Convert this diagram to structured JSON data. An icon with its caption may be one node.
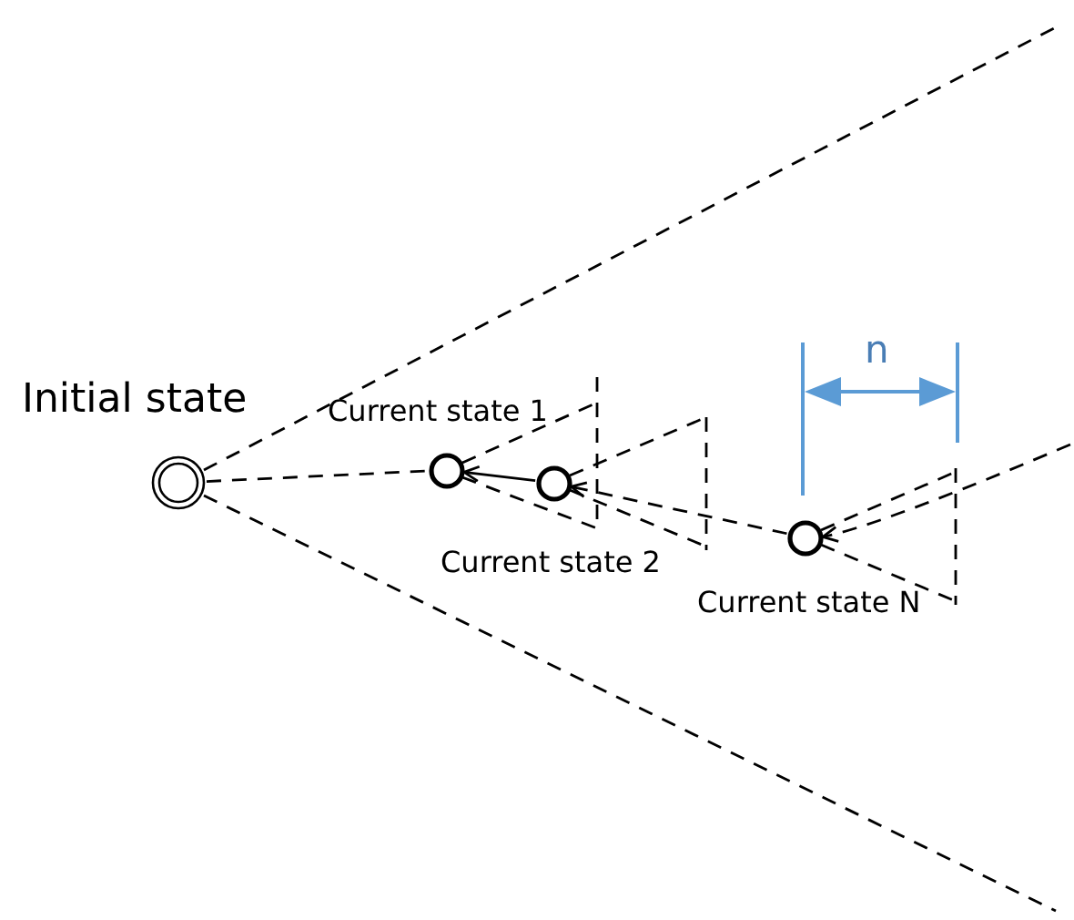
{
  "diagram": {
    "nodes": [
      {
        "text": [
          "Initial state"
        ]
      },
      {
        "text": [
          "Current state 1"
        ]
      },
      {
        "text": [
          "Current state 2"
        ]
      },
      {
        "text": [
          "Current state N"
        ]
      }
    ],
    "edges": [
      {
        "from": 0,
        "to": 1,
        "arrow": "none",
        "style": "dashed"
      },
      {
        "from": 2,
        "to": 1,
        "arrow": "to"
      },
      {
        "from": 3,
        "to": 2,
        "arrow": "to",
        "style": "dashed"
      },
      {
        "from": null,
        "to": 3,
        "arrow": "to",
        "style": "dashed"
      }
    ],
    "labels": [
      "n"
    ]
  }
}
